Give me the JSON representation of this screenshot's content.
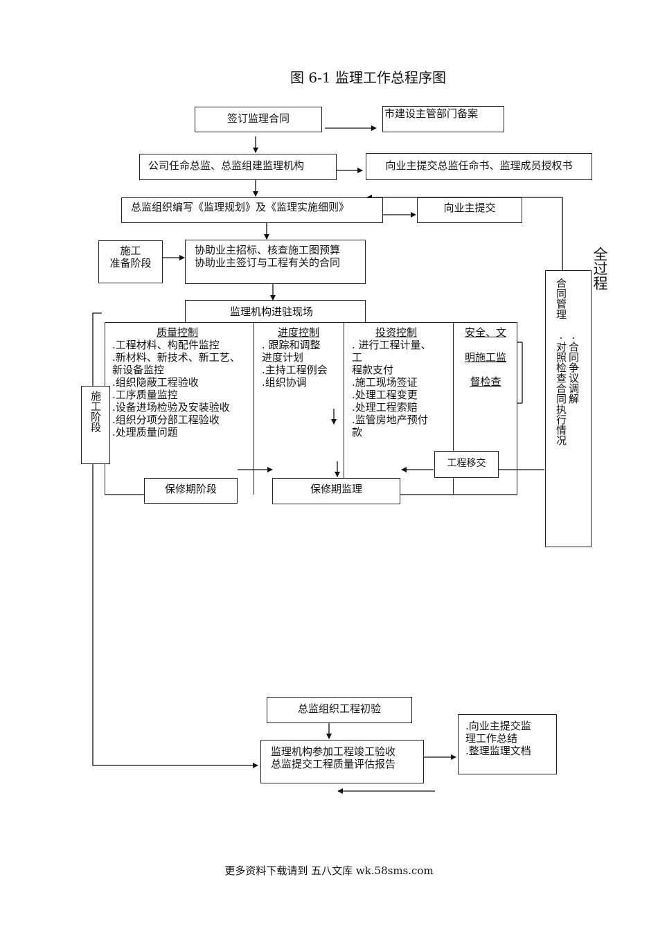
{
  "title": "图 6-1 监理工作总程序图",
  "boxes": {
    "sign_contract": "签订监理合同",
    "city_record": "市建设主管部门备案",
    "appoint": "公司任命总监、总监组建监理机构",
    "submit_appoint": "向业主提交总监任命书、监理成员授权书",
    "plan": "总监组织编写《监理规划》及《监理实施细则》",
    "submit_owner": "向业主提交",
    "prep_stage": [
      "施工",
      "准备阶段"
    ],
    "assist": [
      "协助业主招标、核查施工图预算",
      "协助业主签订与工程有关的合同"
    ],
    "enter_site": "监理机构进驻现场",
    "construction_stage": "施工阶段",
    "quality": {
      "heading": "质量控制",
      "items": [
        ".工程材料、构配件监控",
        ".新材料、新技术、新工艺、",
        " 新设备监控",
        ".组织隐蔽工程验收",
        ".工序质量监控",
        ".设备进场检验及安装验收",
        ".组织分项分部工程验收",
        ".处理质量问题"
      ]
    },
    "progress": {
      "heading": "进度控制",
      "items": [
        ". 跟踪和调整",
        " 进度计划",
        ".主持工程例会",
        ".组织协调"
      ]
    },
    "investment": {
      "heading": "投资控制",
      "items": [
        ". 进行工程计量、",
        "工",
        " 程款支付",
        ".施工现场签证",
        ".处理工程变更",
        ".处理工程索赔",
        ".监管房地产预付",
        "款"
      ]
    },
    "safety": [
      "安全、文",
      "明施工监",
      "督检查"
    ],
    "handover": "工程移交",
    "warranty_stage": "保修期阶段",
    "warranty_supervision": "保修期监理",
    "whole_process": "全过程",
    "contract_mgmt": "合同管理",
    "check_contract": ".对照检查合同执行情况",
    "dispute": ".合同争议调解",
    "initial_acceptance": "总监组织工程初验",
    "final_acceptance": [
      "监理机构参加工程竣工验收",
      "总监提交工程质量评估报告"
    ],
    "summary": [
      ".向业主提交监",
      " 理工作总结",
      ".整理监理文档"
    ]
  },
  "footer": "更多资料下载请到 五八文库 wk.58sms.com"
}
